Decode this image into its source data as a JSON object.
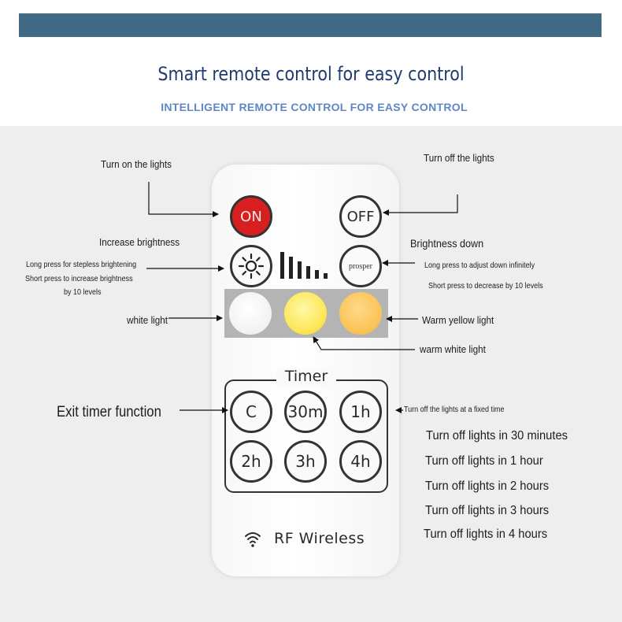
{
  "header": {
    "title": "Smart remote control for easy control",
    "subtitle": "INTELLIGENT REMOTE CONTROL FOR EASY CONTROL"
  },
  "remote": {
    "on_label": "ON",
    "off_label": "OFF",
    "down_label": "prosper",
    "timer_title": "Timer",
    "timer_buttons": [
      "C",
      "30m",
      "1h",
      "2h",
      "3h",
      "4h"
    ],
    "rf_label": "RF Wireless",
    "colors": {
      "on_button": "#d71f1f",
      "white": "#f0f2f4",
      "warm_white": "#fde85b",
      "warm_yellow": "#fbc55a"
    }
  },
  "callouts": {
    "turn_on": "Turn on the lights",
    "turn_off": "Turn off the lights",
    "increase_brightness": "Increase brightness",
    "long_press_up": "Long press for stepless brightening",
    "short_press_up_1": "Short press to increase brightness",
    "short_press_up_2": "by 10 levels",
    "brightness_down": "Brightness down",
    "long_press_down": "Long press to adjust down infinitely",
    "short_press_down": "Short press to decrease by 10 levels",
    "white_light": "white light",
    "warm_yellow_light": "Warm yellow light",
    "warm_white_light": "warm white light",
    "exit_timer": "Exit timer function",
    "fixed_time": "Turn off the lights at a fixed time",
    "timer_30m": "Turn off lights in 30 minutes",
    "timer_1h": "Turn off lights in 1 hour",
    "timer_2h": "Turn off lights in 2 hours",
    "timer_3h": "Turn off lights in 3 hours",
    "timer_4h": "Turn off lights in 4 hours"
  }
}
